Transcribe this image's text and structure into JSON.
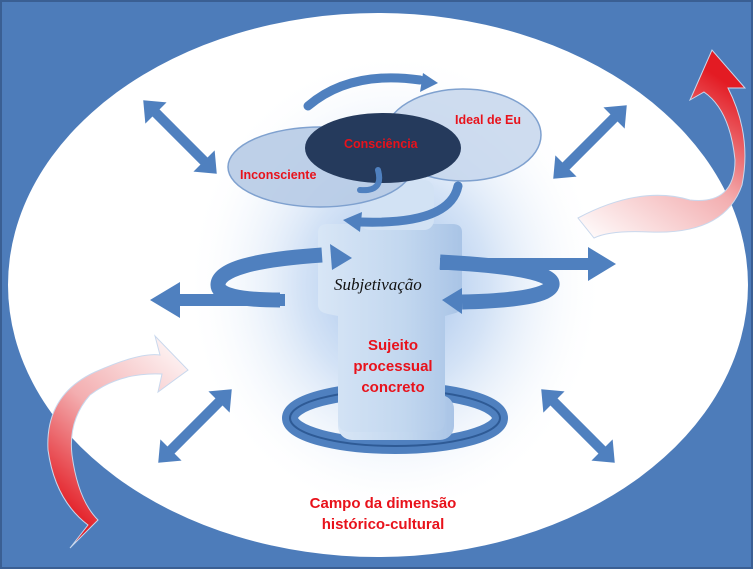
{
  "labels": {
    "inconsciente": "Inconsciente",
    "consciencia": "Consciência",
    "ideal_de_eu": "Ideal de Eu",
    "subjetivacao": "Subjetivação",
    "sujeito_line1": "Sujeito",
    "sujeito_line2": "processual",
    "sujeito_line3": "concreto",
    "campo_line1": "Campo da dimensão",
    "campo_line2": "histórico-cultural"
  },
  "colors": {
    "background": "#4d7cba",
    "field": "#ffffff",
    "glow": "#aecbef",
    "figure": "#c9dcf2",
    "arrow": "#4f80bf",
    "dark_oval": "#253a5c",
    "light_oval": "#b7cbe6",
    "label_red": "#e8121b",
    "curved_arrow_red": "#e31b23"
  }
}
